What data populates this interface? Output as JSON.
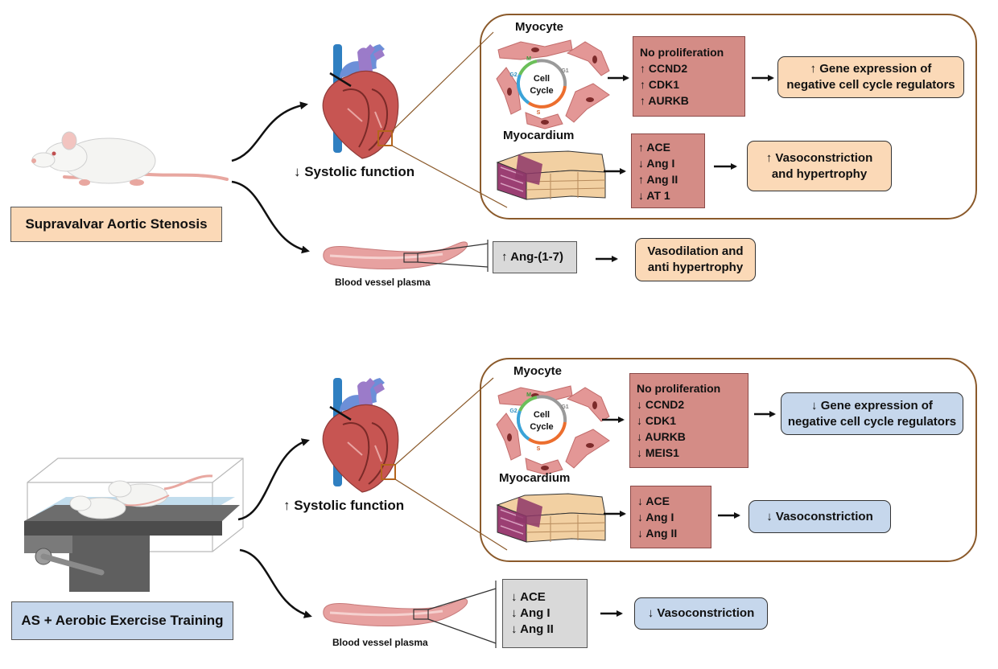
{
  "colors": {
    "salmon": "#d48c86",
    "peach": "#fbd9b7",
    "blue": "#c6d7ec",
    "gray": "#d9d9d9",
    "panel_border": "#8b5a2b"
  },
  "icons": [
    "rat-icon",
    "heart-icon",
    "blood-vessel-icon",
    "myocyte-cells-icon",
    "cell-cycle-icon",
    "myocardium-tissue-icon",
    "treadmill-icon"
  ],
  "top": {
    "condition": "Supravalvar Aortic Stenosis",
    "systolic": "↓ Systolic function",
    "myocyte_label": "Myocyte",
    "myocardium_label": "Myocardium",
    "cell_cycle": {
      "center_line1": "Cell",
      "center_line2": "Cycle",
      "phases": {
        "M": "M",
        "G1": "G1",
        "S": "S",
        "G2": "G2"
      }
    },
    "myocyte_markers": [
      "No proliferation",
      "↑ CCND2",
      "↑ CDK1",
      "↑ AURKB"
    ],
    "myocyte_outcome": [
      "↑ Gene expression of",
      "negative cell cycle regulators"
    ],
    "myocardium_markers": [
      "↑ ACE",
      "↓ Ang I",
      "↑ Ang II",
      "↓ AT 1"
    ],
    "myocardium_outcome": [
      "↑ Vasoconstriction",
      "and hypertrophy"
    ],
    "vessel_label": "Blood vessel plasma",
    "plasma_markers": [
      "↑ Ang-(1-7)"
    ],
    "plasma_outcome": [
      "Vasodilation and",
      "anti hypertrophy"
    ]
  },
  "bottom": {
    "condition": "AS + Aerobic Exercise Training",
    "systolic": "↑ Systolic function",
    "myocyte_label": "Myocyte",
    "myocardium_label": "Myocardium",
    "cell_cycle": {
      "center_line1": "Cell",
      "center_line2": "Cycle",
      "phases": {
        "M": "M",
        "G1": "G1",
        "S": "S",
        "G2": "G2"
      }
    },
    "myocyte_markers": [
      "No proliferation",
      "↓ CCND2",
      "↓ CDK1",
      "↓ AURKB",
      "↓ MEIS1"
    ],
    "myocyte_outcome": [
      "↓ Gene expression of",
      "negative cell cycle regulators"
    ],
    "myocardium_markers": [
      "↓ ACE",
      "↓ Ang I",
      "↓ Ang II"
    ],
    "myocardium_outcome": [
      "↓ Vasoconstriction"
    ],
    "vessel_label": "Blood vessel plasma",
    "plasma_markers": [
      "↓ ACE",
      "↓ Ang I",
      "↓ Ang II"
    ],
    "plasma_outcome": [
      "↓ Vasoconstriction"
    ]
  }
}
